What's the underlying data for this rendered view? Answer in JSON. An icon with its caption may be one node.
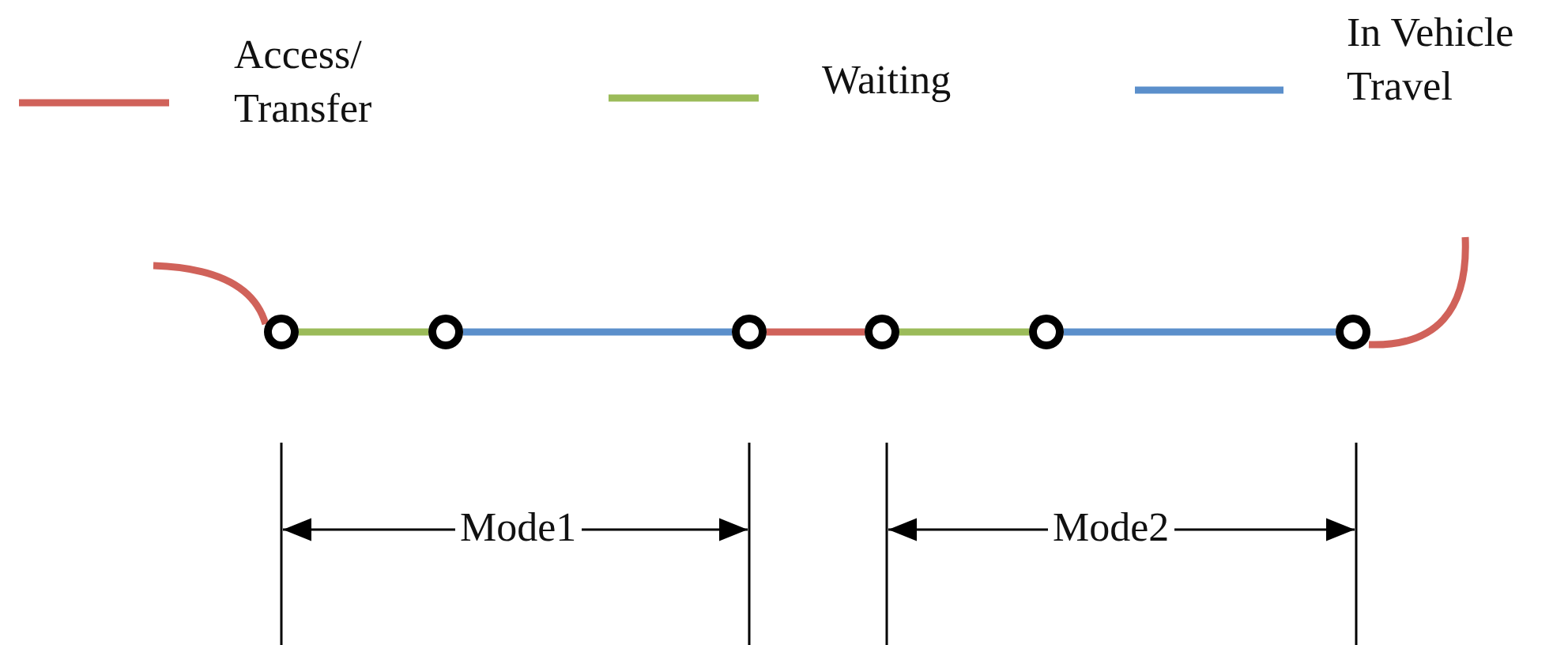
{
  "diagram": {
    "nodes": [
      {
        "text": [],
        "shape": "circle"
      },
      {
        "text": [],
        "shape": "circle"
      },
      {
        "text": [],
        "shape": "circle"
      },
      {
        "text": [],
        "shape": "circle"
      },
      {
        "text": [],
        "shape": "circle"
      },
      {
        "text": [],
        "shape": "circle"
      }
    ],
    "edges": [
      {
        "from": null,
        "to": 0,
        "arrow": "none",
        "color": "#d0625a"
      },
      {
        "from": 0,
        "to": 1,
        "arrow": "none",
        "color": "#9bbb59"
      },
      {
        "from": 1,
        "to": 2,
        "arrow": "none",
        "color": "#5b8fcb"
      },
      {
        "from": 2,
        "to": 3,
        "arrow": "none",
        "color": "#d0625a"
      },
      {
        "from": 3,
        "to": 4,
        "arrow": "none",
        "color": "#9bbb59"
      },
      {
        "from": 4,
        "to": 5,
        "arrow": "none",
        "color": "#5b8fcb"
      },
      {
        "from": 5,
        "to": null,
        "arrow": "none",
        "color": "#d0625a"
      }
    ],
    "labels": [
      "Mode1",
      "Mode2"
    ],
    "legend": [
      {
        "text": "Access/ Transfer"
      },
      {
        "text": "Waiting"
      },
      {
        "text": "In Vehicle Travel"
      }
    ]
  }
}
